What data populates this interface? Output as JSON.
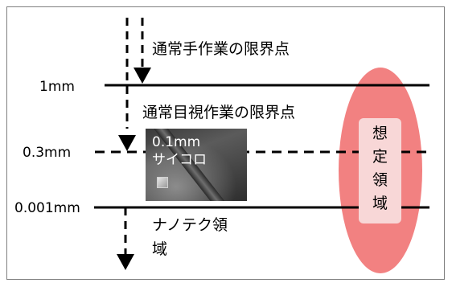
{
  "levels": {
    "hand_limit_label": "通常手作業の限界点",
    "visual_limit_label": "通常目視作業の限界点",
    "nano_label": "ナノテク領\n域"
  },
  "scale": {
    "mm1": "1mm",
    "mm03": "0.3mm",
    "mm0001": "0.001mm"
  },
  "photo": {
    "caption": "0.1mm\nサイコロ"
  },
  "target_region": {
    "label": "想\n定\n領\n域",
    "ellipse_color": "#f06b6b",
    "box_color": "#f8d7d7"
  }
}
